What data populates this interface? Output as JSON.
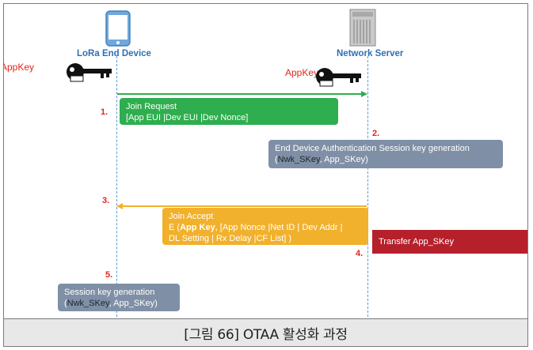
{
  "actors": {
    "device": {
      "label": "LoRa End Device",
      "key_label": "AppKey"
    },
    "server": {
      "label": "Network Server",
      "key_label": "AppKey"
    }
  },
  "steps": {
    "s1": "1.",
    "s2": "2.",
    "s3": "3.",
    "s4": "4.",
    "s5": "5."
  },
  "join_request": {
    "line1": "Join Request",
    "line2": "[App EUI |Dev EUI |Dev Nonce]"
  },
  "server_keygen": {
    "line1": "End Device Authentication Session key generation",
    "line2_open": "(",
    "line2_dark": "Nwk_SKey",
    "line2_rest": ", App_SKey)"
  },
  "join_accept": {
    "line1": "Join Accept",
    "line2_prefix": "E (",
    "line2_bold": "App Key",
    "line2_rest": ", [App Nonce |Net ID | Dev Addr |",
    "line3": "DL Setting | Rx Delay |CF List] )"
  },
  "transfer": {
    "label": "Transfer  App_SKey"
  },
  "device_keygen": {
    "line1": "Session key generation",
    "line2_open": "(",
    "line2_dark": "Nwk_SKey",
    "line2_rest": ", App_SKey)"
  },
  "caption": "[그림 66] OTAA 활성화 과정",
  "colors": {
    "green": "#2eae4e",
    "gray": "#7f8fa6",
    "orange": "#f2b12c",
    "red": "#b5202b",
    "lifeline": "#5b9bd5",
    "step": "#e1261c"
  }
}
